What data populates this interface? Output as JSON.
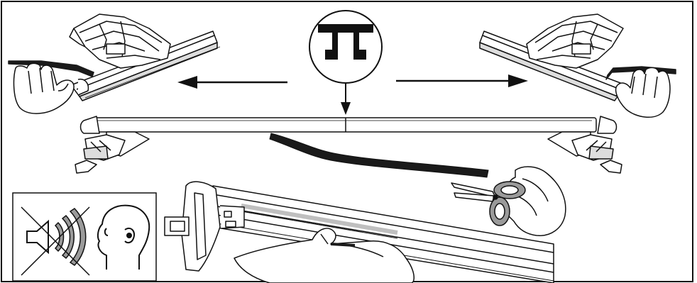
{
  "diagram": {
    "symbol": "rubber-strip-profile-icon",
    "steps": [
      "cut-strip-to-length",
      "insert-strip-into-channel",
      "pull-strip-outward-left",
      "pull-strip-outward-right"
    ],
    "noise_panel": {
      "icons": [
        "speaker-icon",
        "sound-waves-icon",
        "head-ear-icon"
      ],
      "crossed_out": true
    },
    "colors": {
      "line": "#111111",
      "fill": "#ffffff",
      "shade": "#bfbfbf",
      "strip": "#1a1a1a",
      "scissor_handle": "#9a9a9a"
    }
  }
}
